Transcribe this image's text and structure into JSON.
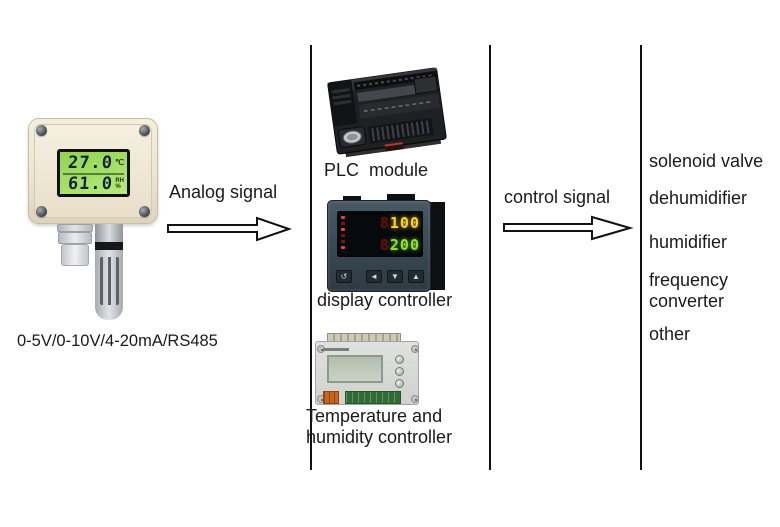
{
  "sensor": {
    "lcd": {
      "temp": "27.0",
      "temp_unit": "℃",
      "humidity": "61.0",
      "hum_unit_line1": "RH",
      "hum_unit_line2": "%"
    },
    "caption": "0-5V/0-10V/4-20mA/RS485"
  },
  "arrows": {
    "analog": {
      "label": "Analog signal"
    },
    "control": {
      "label": "control signal"
    }
  },
  "devices": {
    "plc": {
      "label": "PLC  module"
    },
    "display_controller": {
      "label": "display controller",
      "ghost_digit": "8",
      "row1": "100",
      "row2": "200",
      "buttons": [
        "↺",
        "◄",
        "▼",
        "▲"
      ]
    },
    "temp_hum_controller": {
      "label": "Temperature and humidity controller"
    }
  },
  "outputs": {
    "items": [
      "solenoid valve",
      "dehumidifier",
      "humidifier",
      "frequency converter",
      "other"
    ]
  },
  "colors": {
    "line": "#111111",
    "text": "#1a1a1a",
    "sensor_body": "#ece5d1",
    "lcd_green": "#9ede5a",
    "digit_dark": "#18223e",
    "led_yellow": "#ffd21e",
    "led_green": "#8fe32a",
    "led_red": "#ff3b30",
    "bezel": "#3b4a54"
  }
}
